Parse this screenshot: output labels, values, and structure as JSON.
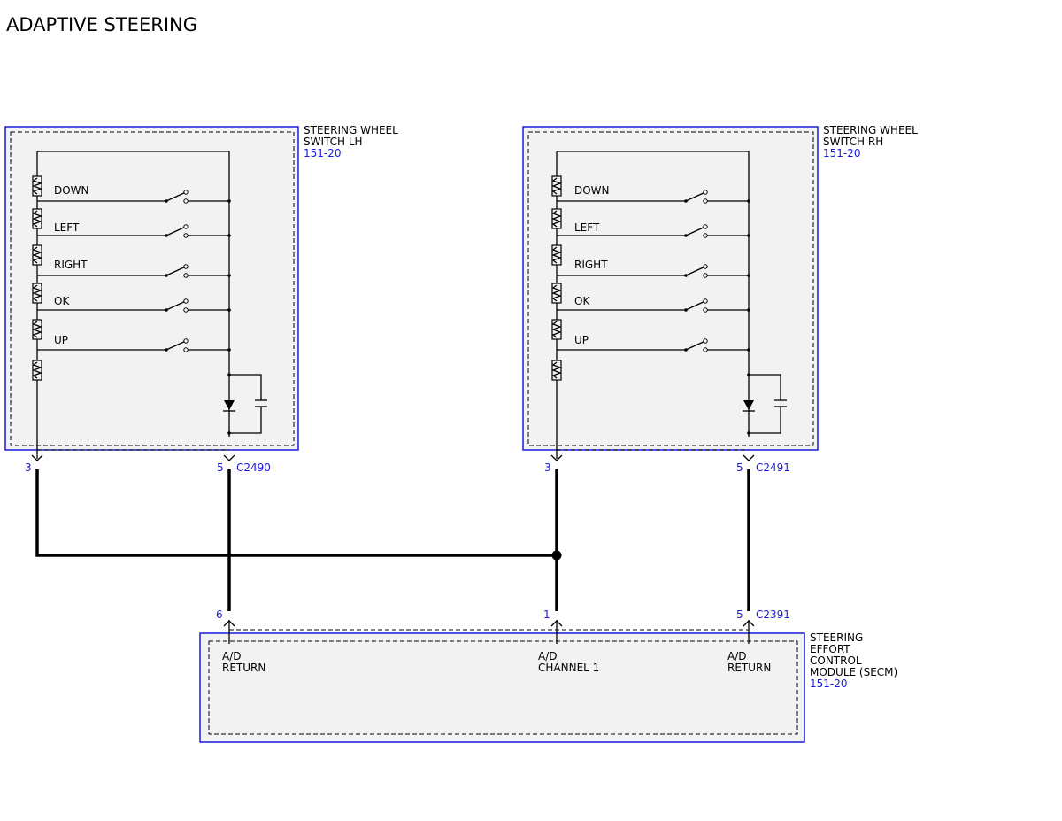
{
  "title": "ADAPTIVE STEERING",
  "colors": {
    "module_border": "#1a1adc",
    "module_fill": "#f2f2f2",
    "blue_text": "#1a1adc",
    "wire": "#000000"
  },
  "switch_lh": {
    "name_line1": "STEERING WHEEL",
    "name_line2": "SWITCH LH",
    "ref": "151-20",
    "buttons": [
      "DOWN",
      "LEFT",
      "RIGHT",
      "OK",
      "UP"
    ],
    "connector": "C2490",
    "pin_left": "3",
    "pin_right": "5"
  },
  "switch_rh": {
    "name_line1": "STEERING WHEEL",
    "name_line2": "SWITCH RH",
    "ref": "151-20",
    "buttons": [
      "DOWN",
      "LEFT",
      "RIGHT",
      "OK",
      "UP"
    ],
    "connector": "C2491",
    "pin_left": "3",
    "pin_right": "5"
  },
  "secm": {
    "name_lines": [
      "STEERING",
      "EFFORT",
      "CONTROL",
      "MODULE (SECM)"
    ],
    "ref": "151-20",
    "connector": "C2391",
    "pins": [
      {
        "pin": "6",
        "line1": "A/D",
        "line2": "RETURN"
      },
      {
        "pin": "1",
        "line1": "A/D",
        "line2": "CHANNEL 1"
      },
      {
        "pin": "5",
        "line1": "A/D",
        "line2": "RETURN"
      }
    ]
  }
}
